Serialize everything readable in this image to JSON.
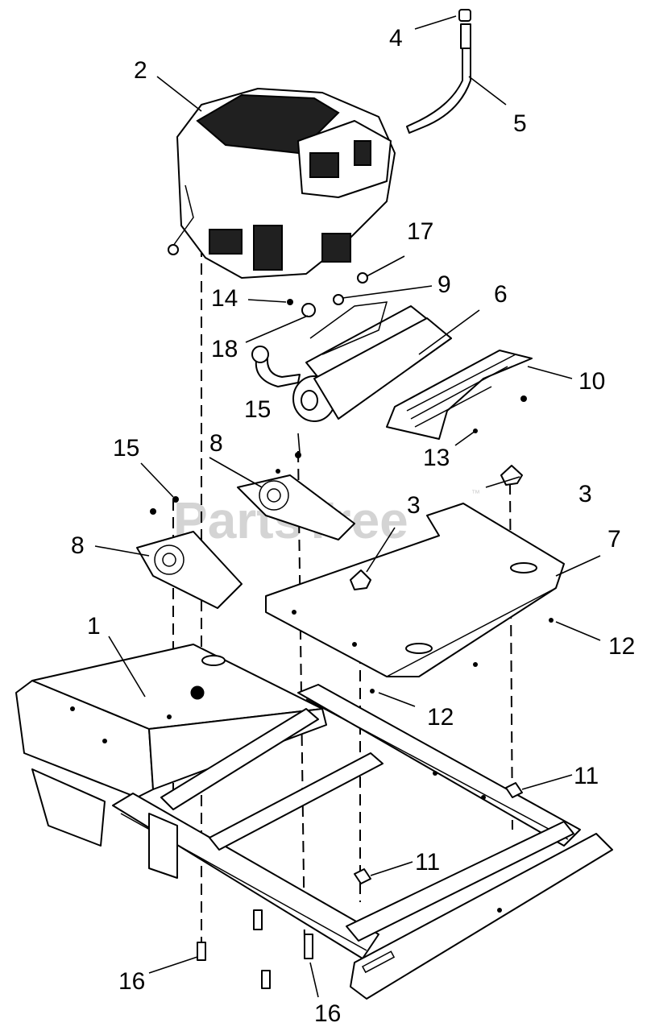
{
  "watermark": {
    "text": "PartsTree",
    "trademark": "™"
  },
  "callouts": [
    {
      "id": "c1",
      "label": "1"
    },
    {
      "id": "c2",
      "label": "2"
    },
    {
      "id": "c3a",
      "label": "3"
    },
    {
      "id": "c3b",
      "label": "3"
    },
    {
      "id": "c4",
      "label": "4"
    },
    {
      "id": "c5",
      "label": "5"
    },
    {
      "id": "c6",
      "label": "6"
    },
    {
      "id": "c7",
      "label": "7"
    },
    {
      "id": "c8a",
      "label": "8"
    },
    {
      "id": "c8b",
      "label": "8"
    },
    {
      "id": "c9",
      "label": "9"
    },
    {
      "id": "c10",
      "label": "10"
    },
    {
      "id": "c11a",
      "label": "11"
    },
    {
      "id": "c11b",
      "label": "11"
    },
    {
      "id": "c12a",
      "label": "12"
    },
    {
      "id": "c12b",
      "label": "12"
    },
    {
      "id": "c13",
      "label": "13"
    },
    {
      "id": "c14",
      "label": "14"
    },
    {
      "id": "c15a",
      "label": "15"
    },
    {
      "id": "c15b",
      "label": "15"
    },
    {
      "id": "c16a",
      "label": "16"
    },
    {
      "id": "c16b",
      "label": "16"
    },
    {
      "id": "c17",
      "label": "17"
    },
    {
      "id": "c18",
      "label": "18"
    }
  ]
}
